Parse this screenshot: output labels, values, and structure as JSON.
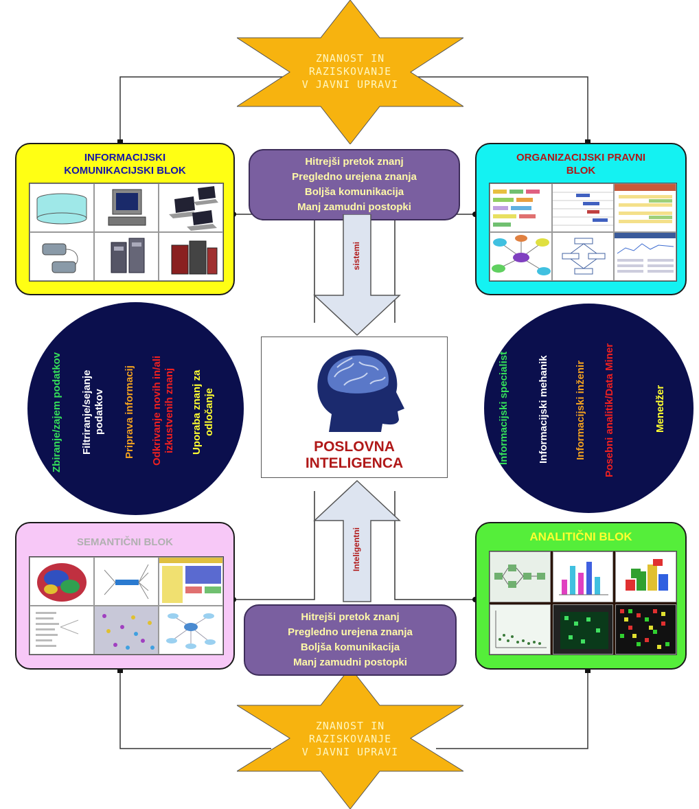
{
  "star_top": {
    "lines": [
      "ZNANOST IN",
      "RAZISKOVANJE",
      "V JAVNI UPRAVI"
    ]
  },
  "star_bottom": {
    "lines": [
      "ZNANOST IN",
      "RAZISKOVANJE",
      "V JAVNI UPRAVI"
    ]
  },
  "benefits_top": [
    "Hitrejši pretok znanj",
    "Pregledno urejena znanja",
    "Boljša komunikacija",
    "Manj zamudni postopki"
  ],
  "benefits_bottom": [
    "Hitrejši pretok znanj",
    "Pregledno urejena znanja",
    "Boljša komunikacija",
    "Manj zamudni postopki"
  ],
  "blocks": {
    "info": {
      "title_lines": [
        "INFORMACIJSKI",
        "KOMUNIKACIJSKI BLOK"
      ],
      "bg": "#ffff14",
      "title_color": "#1515a8"
    },
    "org": {
      "title_lines": [
        "ORGANIZACIJSKI PRAVNI",
        "BLOK"
      ],
      "bg": "#14f2f2",
      "title_color": "#b01818"
    },
    "sem": {
      "title_lines": [
        "SEMANTIČNI BLOK"
      ],
      "bg": "#f7c8f7",
      "title_color": "#b0b0b0"
    },
    "ana": {
      "title_lines": [
        "ANALITIČNI BLOK"
      ],
      "bg": "#55ee3a",
      "title_color": "#ffff30"
    }
  },
  "left_circle": [
    {
      "text": "Zbiranje/zajem podatkov",
      "color": "#35e05a"
    },
    {
      "text": "Filtriranje/sejanje podatkov",
      "color": "#ffffff"
    },
    {
      "text": "Priprava informacij",
      "color": "#f0a020"
    },
    {
      "text": "Odkrivanje novih in/ali izkustvenih znanj",
      "color": "#ee2020"
    },
    {
      "text": "Uporaba znanj za odločanje",
      "color": "#ffff30"
    }
  ],
  "right_circle": [
    {
      "text": "Informacijski specialist",
      "color": "#35e05a"
    },
    {
      "text": "Informacijski mehanik",
      "color": "#ffffff"
    },
    {
      "text": "Informacijski inženir",
      "color": "#f0a020"
    },
    {
      "text": "Posebni analitik/Data Miner",
      "color": "#ee2020"
    },
    {
      "text": "Menedžer",
      "color": "#ffff30"
    }
  ],
  "center": {
    "lines": [
      "POSLOVNA",
      "INTELIGENCA"
    ]
  },
  "arrow_down_label": "sistemi",
  "arrow_up_label": "Inteligentni",
  "colors": {
    "star": "#f7b30f",
    "purple": "#7a5fa0",
    "circle": "#0b0f4d",
    "arrow": "#dde4f0"
  }
}
